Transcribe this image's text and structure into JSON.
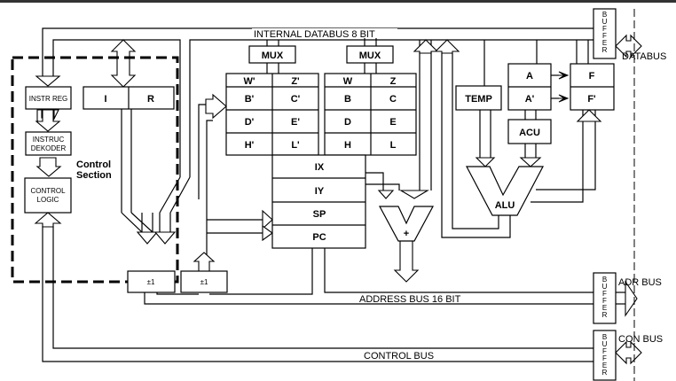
{
  "diagram": {
    "labels": {
      "internal_databus": "INTERNAL DATABUS 8 BIT",
      "databus": "DATABUS",
      "address_bus": "ADDRESS BUS 16 BIT",
      "adr_bus": "ADR BUS",
      "control_bus": "CONTROL BUS",
      "con_bus": "CON BUS",
      "control_section_1": "Control",
      "control_section_2": "Section"
    },
    "control": {
      "instr_reg": "INSTR REG",
      "decoder_1": "INSTRUC",
      "decoder_2": "DEKODER",
      "logic_1": "CONTROL",
      "logic_2": "LOGIC"
    },
    "ir": {
      "i": "I",
      "r": "R"
    },
    "mux": "MUX",
    "alt_regs": [
      [
        "W'",
        "Z'"
      ],
      [
        "B'",
        "C'"
      ],
      [
        "D'",
        "E'"
      ],
      [
        "H'",
        "L'"
      ]
    ],
    "main_regs": [
      [
        "W",
        "Z"
      ],
      [
        "B",
        "C"
      ],
      [
        "D",
        "E"
      ],
      [
        "H",
        "L"
      ]
    ],
    "index_regs": [
      "IX",
      "IY",
      "SP",
      "PC"
    ],
    "incdec": "±1",
    "adder": "+",
    "temp": "TEMP",
    "acc": [
      "A",
      "A'"
    ],
    "flags": [
      "F",
      "F'"
    ],
    "acu": "ACU",
    "alu": "ALU",
    "buffer": [
      "B",
      "U",
      "F",
      "F",
      "E",
      "R"
    ]
  }
}
